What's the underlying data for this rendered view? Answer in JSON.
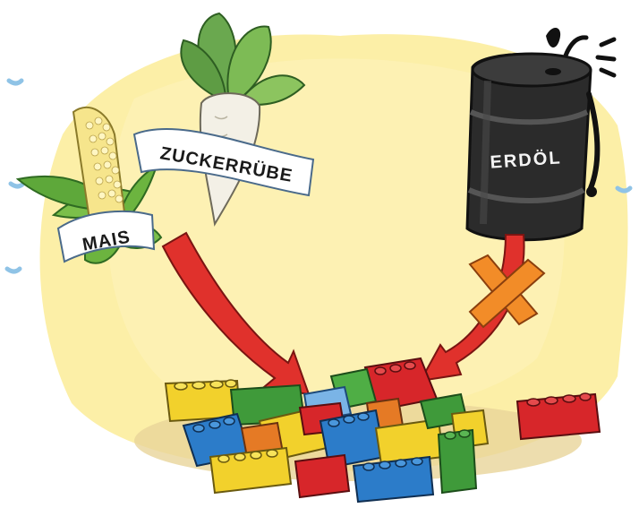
{
  "labels": {
    "corn": "MAIS",
    "sugar_beet": "ZUCKERRÜBE",
    "oil_barrel": "ERDÖL"
  },
  "colors": {
    "background_wash": "#fbe98a",
    "arrow": "#e0312c",
    "cross": "#f28c28",
    "barrel": "#2b2b2b",
    "brick_yellow": "#f2d12c",
    "brick_red": "#d7262a",
    "brick_blue": "#2c7cc9",
    "brick_green": "#3f9a3a",
    "brick_orange": "#e57a25"
  },
  "icons": {
    "corn": "corn-cob-icon",
    "beet": "sugar-beet-icon",
    "barrel": "oil-barrel-icon",
    "cross": "cross-icon",
    "bricks": "toy-brick-icon"
  }
}
